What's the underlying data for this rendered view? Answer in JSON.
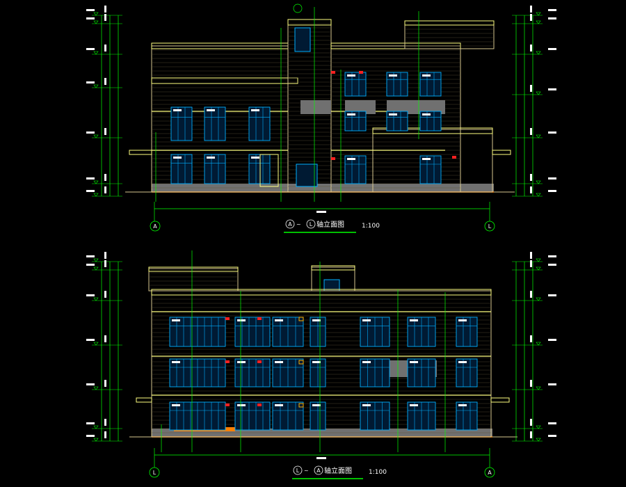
{
  "drawings": [
    {
      "id": "upper",
      "title": "轴立面图",
      "axis_left": "A",
      "axis_right": "L",
      "scale": "1:100"
    },
    {
      "id": "lower",
      "title": "轴立面图",
      "axis_left": "L",
      "axis_right": "A",
      "scale": "1:100"
    }
  ],
  "colors": {
    "background": "#000000",
    "wall_line": "#d8c890",
    "dimension": "#00ff00",
    "window_frame": "#00b0ff",
    "glass": "#0060c8",
    "text": "#ffffff",
    "parapet": "#ffff80",
    "ground": "#ff8000",
    "base_fill": "#707070",
    "accent_red": "#ff2020",
    "underline": "#00c000"
  }
}
